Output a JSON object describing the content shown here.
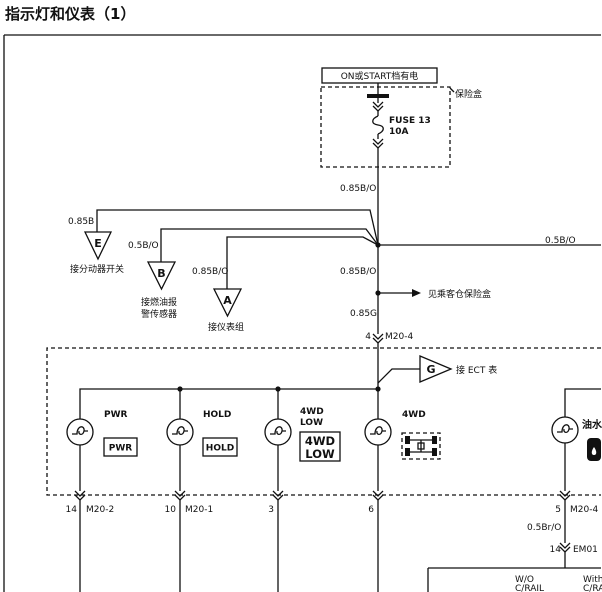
{
  "title": "指示灯和仪表（1）",
  "power_source": "ON或START档有电",
  "fuse_box": {
    "label": "保险盒",
    "fuse_name": "FUSE 13",
    "fuse_rating": "10A"
  },
  "wires": {
    "fuse_out": "0.85B/O",
    "to_e": "0.85B",
    "to_b": "0.5B/O",
    "to_a": "0.85B/O",
    "right_out": "0.5B/O",
    "junction_down": "0.85B/O",
    "cluster_feed": "0.85G",
    "water_lamp_out": "0.5Br/O"
  },
  "destinations": {
    "e": {
      "letter": "E",
      "label": "接分动器开关"
    },
    "b": {
      "letter": "B",
      "label_lines": [
        "接燃油报",
        "警传感器"
      ]
    },
    "a": {
      "letter": "A",
      "label": "接仪表组"
    },
    "g": {
      "letter": "G",
      "label": "接 ECT 表"
    },
    "passenger_fuse": "见乘客仓保险盒"
  },
  "cluster_connector": {
    "pin": "4",
    "name": "M20-4"
  },
  "lamps": [
    {
      "label": "PWR",
      "symbol": "PWR",
      "pin": "14",
      "connector": "M20-2"
    },
    {
      "label": "HOLD",
      "symbol": "HOLD",
      "pin": "10",
      "connector": "M20-1"
    },
    {
      "label_lines": [
        "4WD",
        "LOW"
      ],
      "symbol_lines": [
        "4WD",
        "LOW"
      ],
      "pin": "3"
    },
    {
      "label": "4WD",
      "symbol_icon": "4wd-drivetrain-icon",
      "pin": "6"
    },
    {
      "label": "油水",
      "symbol_icon": "water-in-fuel-icon",
      "pin": "5",
      "connector": "M20-4"
    }
  ],
  "em01_connector": {
    "pin": "14",
    "name": "EM01"
  },
  "variants": [
    {
      "lines": [
        "W/O",
        "C/RAIL"
      ]
    },
    {
      "lines": [
        "With",
        "C/RA"
      ]
    }
  ],
  "colors": {
    "ink": "#111111",
    "background": "#ffffff"
  }
}
